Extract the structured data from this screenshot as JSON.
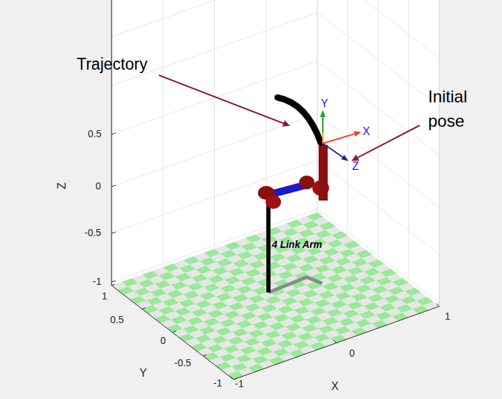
{
  "diagram": {
    "labels": [
      "Trajectory",
      "Initial pose",
      "Y",
      "X",
      "Z",
      "0.5",
      "0",
      "-0.5",
      "-1",
      "Z",
      "1",
      "0.5",
      "0",
      "-0.5",
      "-1",
      "Y",
      "-1",
      "0",
      "1",
      "X",
      "4 Link Arm"
    ]
  }
}
